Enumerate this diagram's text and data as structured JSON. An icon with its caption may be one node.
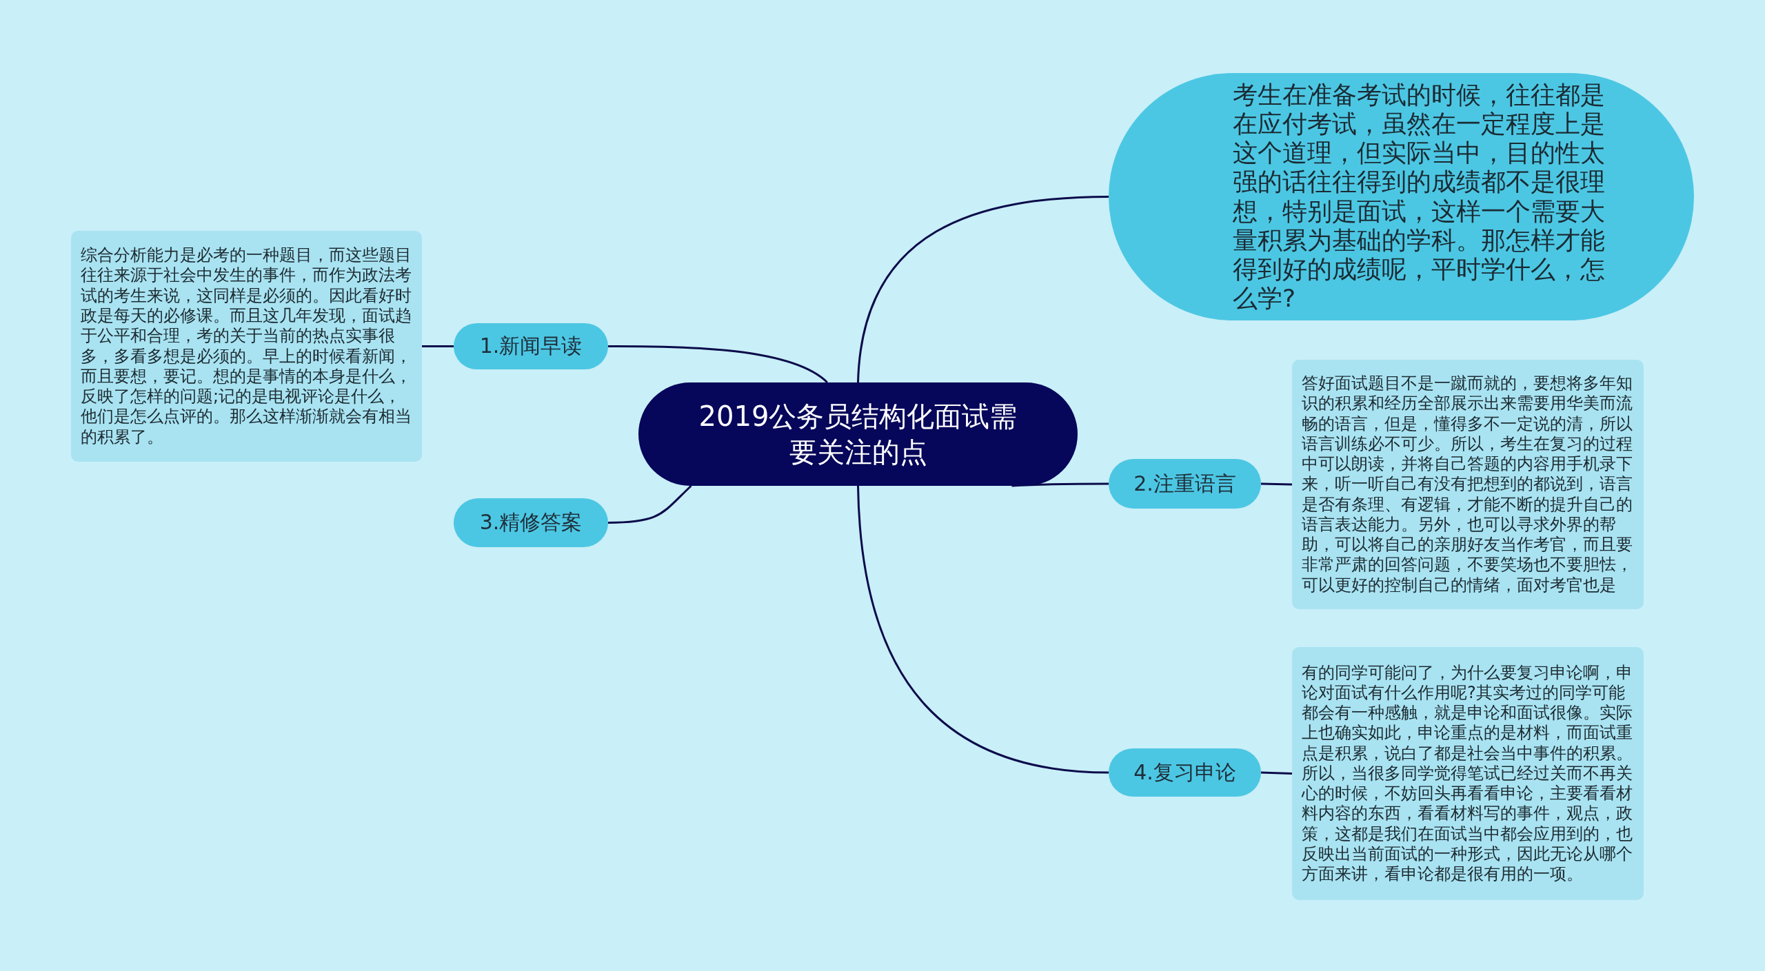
{
  "diagram": {
    "nodes": [
      {
        "text": [
          "2019公务员结构化面试需要关注的点"
        ]
      },
      {
        "text": [
          "考生在准备考试的时候，往往都是在应付考试，虽然在一定程度上是这个道理，但实际当中，目的性太强的话往往得到的成绩都不是很理想，特别是面试，这样一个需要大量积累为基础的学科。那怎样才能得到好的成绩呢，平时学什么，怎么学?"
        ]
      },
      {
        "text": [
          "1.新闻早读"
        ]
      },
      {
        "text": [
          "综合分析能力是必考的一种题目，而这些题目往往来源于社会中发生的事件，而作为政法考试的考生来说，这同样是必须的。因此看好时政是每天的必修课。而且这几年发现，面试趋于公平和合理，考的关于当前的热点实事很多，多看多想是必须的。早上的时候看新闻，而且要想，要记。想的是事情的本身是什么，反映了怎样的问题;记的是电视评论是什么，他们是怎么点评的。那么这样渐渐就会有相当的积累了。"
        ]
      },
      {
        "text": [
          "2.注重语言"
        ]
      },
      {
        "text": [
          "答好面试题目不是一蹴而就的，要想将多年知识的积累和经历全部展示出来需要用华美而流畅的语言，但是，懂得多不一定说的清，所以语言训练必不可少。所以，考生在复习的过程中可以朗读，并将自己答题的内容用手机录下来，听一听自己有没有把想到的都说到，语言是否有条理、有逻辑，才能不断的提升自己的语言表达能力。另外，也可以寻求外界的帮助，可以将自己的亲朋好友当作考官，而且要非常严肃的回答问题，不要笑场也不要胆怯，可以更好的控制自己的情绪，面对考官也是"
        ]
      },
      {
        "text": [
          "3.精修答案"
        ]
      },
      {
        "text": [
          "4.复习申论"
        ]
      },
      {
        "text": [
          "有的同学可能问了，为什么要复习申论啊，申论对面试有什么作用呢?其实考过的同学可能都会有一种感触，就是申论和面试很像。实际上也确实如此，申论重点的是材料，而面试重点是积累，说白了都是社会当中事件的积累。所以，当很多同学觉得笔试已经过关而不再关心的时候，不妨回头再看看申论，主要看看材料内容的东西，看看材料写的事件，观点，政策，这都是我们在面试当中都会应用到的，也反映出当前面试的一种形式，因此无论从哪个方面来讲，看申论都是很有用的一项。"
        ]
      }
    ],
    "edges": [
      {
        "from": 0,
        "to": 1,
        "arrow": "none"
      },
      {
        "from": 0,
        "to": 2,
        "arrow": "none"
      },
      {
        "from": 0,
        "to": 6,
        "arrow": "none"
      },
      {
        "from": 0,
        "to": 4,
        "arrow": "none"
      },
      {
        "from": 0,
        "to": 7,
        "arrow": "none"
      },
      {
        "from": 2,
        "to": 3,
        "arrow": "none"
      },
      {
        "from": 4,
        "to": 5,
        "arrow": "none"
      },
      {
        "from": 7,
        "to": 8,
        "arrow": "none"
      }
    ]
  }
}
